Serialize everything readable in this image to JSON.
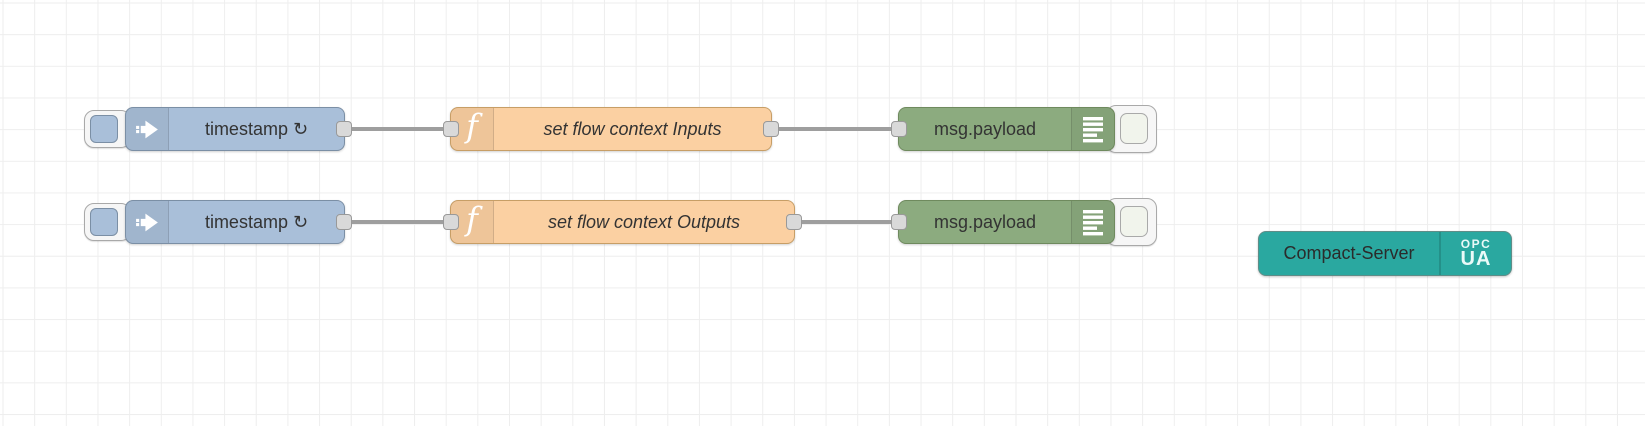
{
  "workspace": {
    "background_color": "#ffffff",
    "grid_color": "#eeeeee",
    "wire_color": "#9e9e9e",
    "port_fill": "#d9d9d9",
    "label_color": "#333333"
  },
  "node_colors": {
    "inject": "#a9bfd9",
    "function": "#fbd0a2",
    "debug": "#8cab7f",
    "opcua_server": "#2aa8a0"
  },
  "icons": {
    "function_glyph": "f"
  },
  "row1": {
    "inject": {
      "label": "timestamp ↻"
    },
    "function": {
      "label": "set flow context Inputs"
    },
    "debug": {
      "label": "msg.payload"
    }
  },
  "row2": {
    "inject": {
      "label": "timestamp ↻"
    },
    "function": {
      "label": "set flow context Outputs"
    },
    "debug": {
      "label": "msg.payload"
    }
  },
  "server": {
    "label": "Compact-Server",
    "badge_line1": "OPC",
    "badge_line2": "UA"
  }
}
